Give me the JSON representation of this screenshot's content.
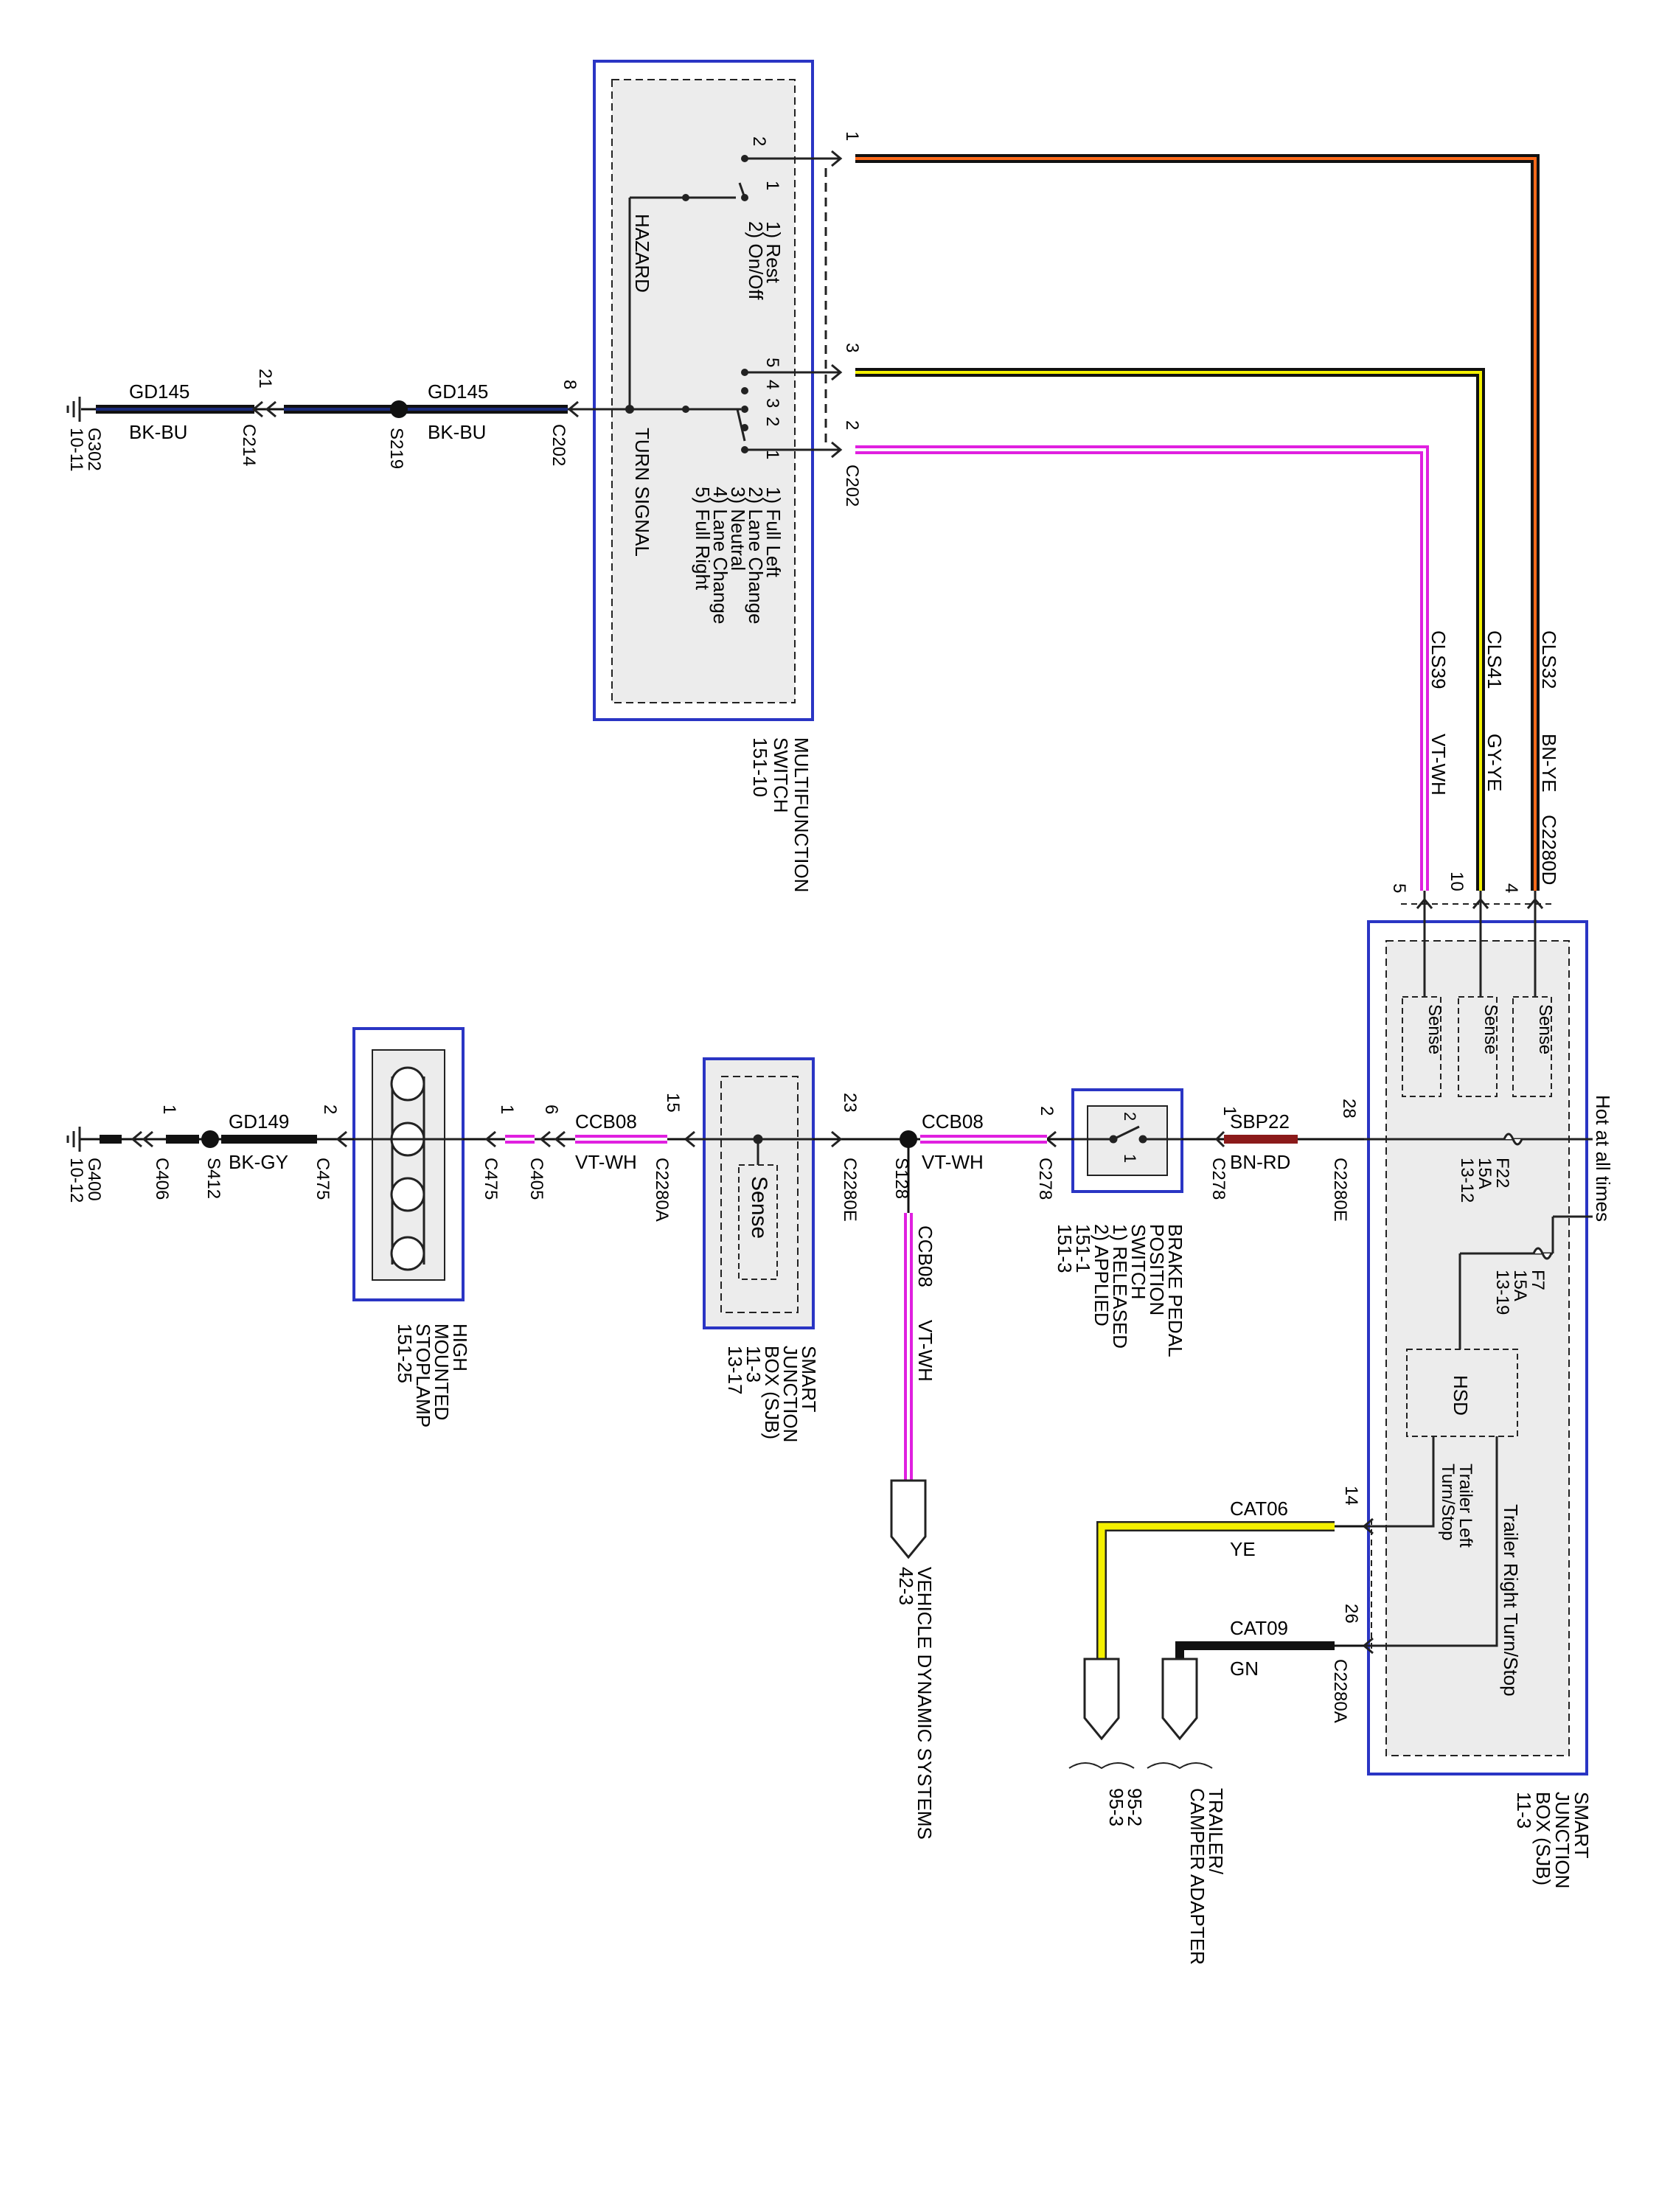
{
  "colors": {
    "box_border": "#2a35c4",
    "box_fill": "#ececec",
    "wire_black": "#111111",
    "wire_blue": "#1a2a7a",
    "wire_brown": "#5a2a1a",
    "wire_orange": "#ff6a1a",
    "wire_gray": "#444444",
    "wire_yellow": "#f4f000",
    "wire_magenta": "#e020e0",
    "wire_red": "#8b1a1a",
    "wire_green": "#008800"
  },
  "multifunction_switch": {
    "title_1": "MULTIFUNCTION",
    "title_2": "SWITCH",
    "ref": "151-10",
    "hazard_label": "HAZARD",
    "turn_signal_label": "TURN SIGNAL",
    "hazard_positions": [
      "1) Rest",
      "2) On/Off"
    ],
    "turn_positions": [
      "1) Full Left",
      "2) Lane Change",
      "3) Neutral",
      "4) Lane Change",
      "5) Full Right"
    ],
    "hazard_contacts": [
      "2",
      "1"
    ],
    "turn_contacts": [
      "5",
      "4",
      "3",
      "2",
      "1"
    ],
    "pin_1": "1",
    "pin_3": "3",
    "pin_2": "2",
    "pin_8": "8",
    "connector": "C202",
    "connector_2": "C202"
  },
  "ground_circuit_top": {
    "circuit": "GD145",
    "color": "BK-BU",
    "circuit_2": "GD145",
    "color_2": "BK-BU",
    "pin_21": "21",
    "c214": "C214",
    "splice": "S219",
    "ground": "G302",
    "ground_ref": "10-11"
  },
  "wires_top": [
    {
      "circuit": "CLS32",
      "color": "BN-YE"
    },
    {
      "circuit": "CLS41",
      "color": "GY-YE"
    },
    {
      "circuit": "CLS39",
      "color": "VT-WH"
    }
  ],
  "sjb_right": {
    "connector_top": "C2280D",
    "pins_top": [
      "4",
      "10",
      "5"
    ],
    "sense_labels": [
      "Sense",
      "Sense",
      "Sense"
    ],
    "hot_label": "Hot at all times",
    "fuse_f22": "F22",
    "fuse_f22_amp": "15A",
    "fuse_f22_ref": "13-12",
    "fuse_f7": "F7",
    "fuse_f7_amp": "15A",
    "fuse_f7_ref": "13-19",
    "hsd": "HSD",
    "trailer_right": "Trailer Right Turn/Stop",
    "trailer_left_1": "Trailer Left",
    "trailer_left_2": "Turn/Stop",
    "pin_28": "28",
    "c2280e": "C2280E",
    "pin_14": "14",
    "pin_26": "26",
    "c2280a": "C2280A",
    "title_1": "SMART",
    "title_2": "JUNCTION",
    "title_3": "BOX (SJB)",
    "ref": "11-3"
  },
  "brake_circuit": {
    "circuit": "SBP22",
    "color": "BN-RD",
    "pin_1": "1",
    "c278": "C278",
    "pin_2": "2",
    "c278_2": "C278",
    "switch_pin_2": "2",
    "switch_pin_1": "1",
    "title_1": "BRAKE PEDAL",
    "title_2": "POSITION",
    "title_3": "SWITCH",
    "pos_1": "1) RELEASED",
    "pos_2": "2) APPLIED",
    "ref_1": "151-1",
    "ref_2": "151-3"
  },
  "ccb08_circuit": {
    "circuit": "CCB08",
    "color": "VT-WH",
    "pin_23": "23",
    "c2280e": "C2280E",
    "splice": "S128",
    "vertical_circuit": "CCB08",
    "vertical_color": "VT-WH",
    "vds_label": "VEHICLE DYNAMIC SYSTEMS",
    "vds_ref": "42-3"
  },
  "sjb_mid": {
    "sense": "Sense",
    "pin_15": "15",
    "c2280a": "C2280A",
    "title_1": "SMART",
    "title_2": "JUNCTION",
    "title_3": "BOX (SJB)",
    "ref_1": "11-3",
    "ref_2": "13-17"
  },
  "c405_circuit": {
    "circuit": "CCB08",
    "color": "VT-WH",
    "pin_6": "6",
    "c405": "C405",
    "pin_1": "1",
    "c475": "C475"
  },
  "stoplamp": {
    "title_1": "HIGH",
    "title_2": "MOUNTED",
    "title_3": "STOPLAMP",
    "ref": "151-25"
  },
  "ground_circuit_bottom": {
    "circuit": "GD149",
    "color": "BK-GY",
    "pin_2": "2",
    "c475": "C475",
    "splice": "S412",
    "pin_1": "1",
    "c406": "C406",
    "ground": "G400",
    "ground_ref": "10-12"
  },
  "trailer_circuits": [
    {
      "circuit": "CAT06",
      "color": "YE"
    },
    {
      "circuit": "CAT09",
      "color": "GN"
    }
  ],
  "trailer_adapter": {
    "title_1": "TRAILER/",
    "title_2": "CAMPER ADAPTER",
    "ref_1": "95-2",
    "ref_2": "95-3"
  }
}
